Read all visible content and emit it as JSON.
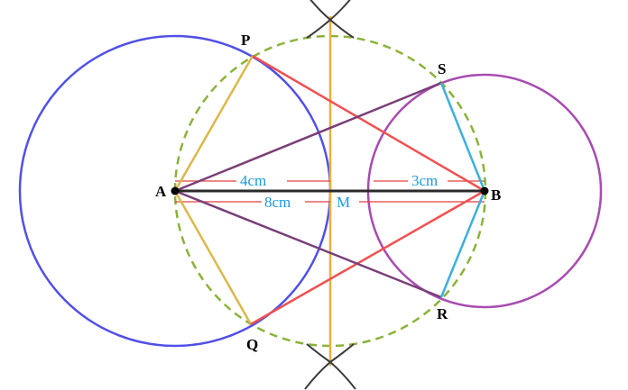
{
  "points": {
    "A": "A",
    "B": "B",
    "P": "P",
    "Q": "Q",
    "R": "R",
    "S": "S",
    "M": "M"
  },
  "measurements": {
    "AB": "8cm",
    "radius_A": "4cm",
    "radius_B": "3cm"
  },
  "colors": {
    "circle_A": "#5050e8",
    "circle_B": "#a84cb0",
    "circle_AB_diameter": "#8ab33a",
    "perpendicular_bisector": "#f0b030",
    "tangents_to_A": "#dbb84a",
    "lines_from_B": "#f05050",
    "lines_from_A": "#7a3f78",
    "tangents_to_B": "#3cb0dd",
    "segment_AB": "#2a2a2a",
    "dimension_lines": "#e04040",
    "dimension_text": "#1a9ad6"
  }
}
